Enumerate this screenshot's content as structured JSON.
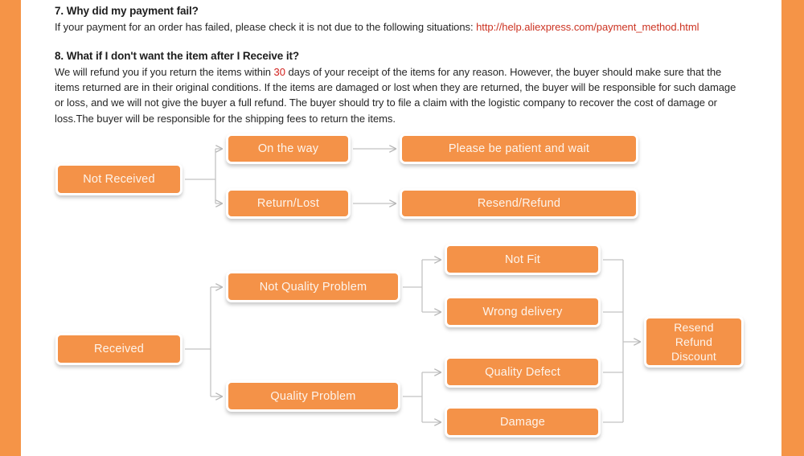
{
  "page": {
    "background": "#ffffff",
    "accent_orange": "#F59447",
    "node_fill": "#F49248",
    "link_color": "#CC3322",
    "connector_color": "#BFBFBF"
  },
  "faq": [
    {
      "id": "faq7",
      "heading": "7. Why did my payment fail?",
      "body_before": "If your payment for an order has failed, please check it is not due to the following  situations: ",
      "link": "http://help.aliexpress.com/payment_method.html",
      "body_after": ""
    },
    {
      "id": "faq8",
      "heading": "8. What if I don't want the item after I Receive it?",
      "body_before": "We will refund you if you return the items within ",
      "highlight": "30",
      "body_after": " days of your receipt of the items for any reason. However, the buyer should make sure that the items returned are in their original conditions.  If the items are damaged or lost when they are returned, the buyer will be responsible for such damage or loss, and we will not give the buyer a full refund.  The buyer should try to file a claim with the logistic company to recover the cost of damage or loss.The buyer will be responsible for the shipping fees to return the items."
    }
  ],
  "flow_not_received": {
    "root": "Not Received",
    "branch_a": "On the way",
    "branch_a_result": "Please be patient and wait",
    "branch_b": "Return/Lost",
    "branch_b_result": "Resend/Refund"
  },
  "flow_received": {
    "root": "Received",
    "branch_a": "Not Quality Problem",
    "branch_a_children": [
      "Not Fit",
      "Wrong delivery"
    ],
    "branch_b": "Quality Problem",
    "branch_b_children": [
      "Quality Defect",
      "Damage"
    ],
    "outcome": "Resend\nRefund\nDiscount"
  },
  "footer": {
    "ghost_text": ""
  }
}
